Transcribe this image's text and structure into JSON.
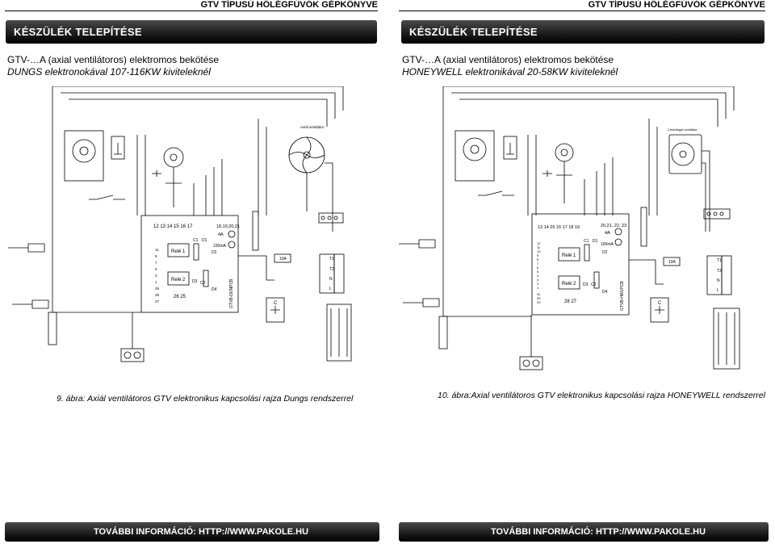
{
  "left": {
    "header": {
      "brand": "GTV",
      "title": "TÍPUSÚ HŐLÉGFÚVÓK GÉPKÖNYVE"
    },
    "section": "KÉSZÜLÉK TELEPÍTÉSE",
    "subtitle_line1": "GTV-…A (axial ventilátoros) elektromos bekötése",
    "subtitle_line2": "DUNGS elektronokával 107-116KW kiviteleknél",
    "caption": "9. ábra: Axiál ventilátoros GTV elektronikus kapcsolási rajza Dungs rendszerrel",
    "footer": "TOVÁBBI INFORMÁCIÓ: HTTP://WWW.PAKOLE.HU",
    "diagram": {
      "fan_label": "Axiál ventilátor",
      "board_name": "GTVB-DUNPCB",
      "terminals_top": "12 13   14 15   16 17",
      "terminals_right": "18,19,20,21",
      "fuse_4a": "4A",
      "fuse_100ma": "100mA",
      "relay1": "Relé 1",
      "relay2": "Relé 2",
      "terminals_bottom": "26 25",
      "fuse_10a": "10A",
      "c1": "C1",
      "d1": "D1",
      "d2": "D2",
      "d3": "D3",
      "d4": "D4",
      "c2": "C2",
      "left_terms": [
        "11",
        "9",
        "7",
        "5",
        "3",
        "1",
        "29",
        "28",
        "27"
      ],
      "cap": "C",
      "lbl_l": "L",
      "lbl_n": "N",
      "lbl_t1": "T1",
      "lbl_t2": "T2"
    }
  },
  "right": {
    "header": {
      "brand": "GTV",
      "title": "TÍPUSÚ HŐLÉGFÚVÓK GÉPKÖNYVE"
    },
    "section": "KÉSZÜLÉK TELEPÍTÉSE",
    "subtitle_line1": "GTV-…A (axial ventilátoros) elektromos bekötése",
    "subtitle_line2": "HONEYWELL elektronikával 20-58KW kiviteleknél",
    "caption": "10. ábra:Axial ventilátoros GTV elektronikus kapcsolási rajza HONEYWELL rendszerrel",
    "footer": "TOVÁBBI INFORMÁCIÓ: HTTP://WWW.PAKOLE.HU",
    "diagram": {
      "fan_label": "Centrifugál ventilátor",
      "board_name": "GTVB-HWLPCB",
      "terminals_top": "13 14 25   16 17   18 19",
      "terminals_right": "20,21, 22, 23",
      "fuse_4a": "4A",
      "fuse_100ma": "100mA",
      "relay1": "Relé 1",
      "relay2": "Relé 2",
      "terminals_bottom": "28 27",
      "fuse_10a": "10A",
      "c1": "C1",
      "d1": "D1",
      "d2": "D2",
      "d3": "D3",
      "d4": "D4",
      "c2": "C2",
      "left_terms": [
        "12",
        "11",
        "10",
        "9",
        "8",
        "7",
        "6",
        "5",
        "4",
        "3",
        "2",
        "1",
        "31",
        "30",
        "29"
      ],
      "cap": "C",
      "lbl_l": "L",
      "lbl_n": "N",
      "lbl_t1": "T1",
      "lbl_t2": "T2"
    }
  }
}
